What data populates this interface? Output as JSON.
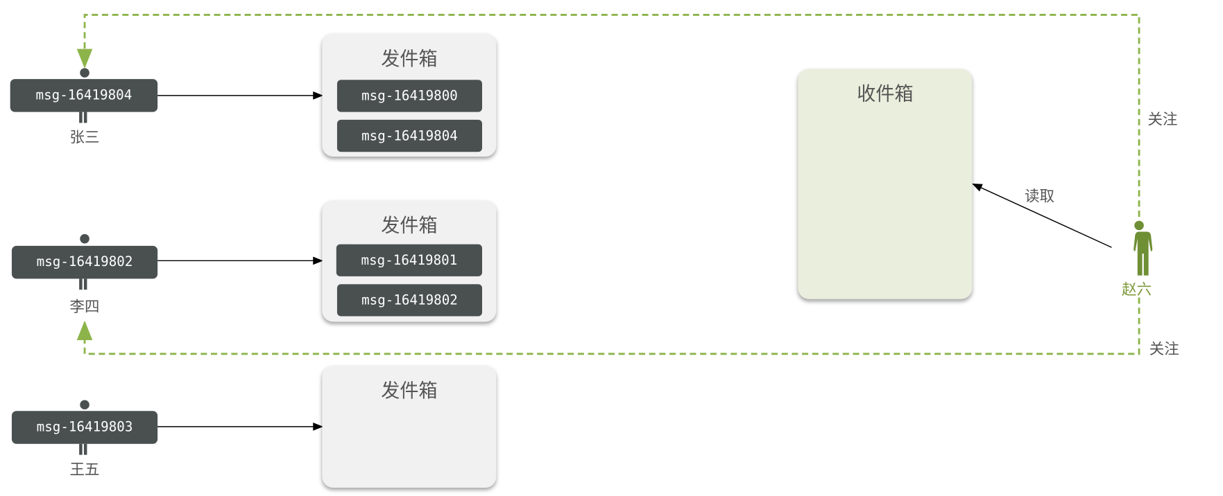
{
  "colors": {
    "dark": "#4a5050",
    "follow": "#8db44a",
    "person": "#6f8f35",
    "outbox_bg": "#f1f1f1",
    "inbox_bg": "#eaeedd"
  },
  "users": [
    {
      "name": "张三",
      "latest_msg": "msg-16419804"
    },
    {
      "name": "李四",
      "latest_msg": "msg-16419802"
    },
    {
      "name": "王五",
      "latest_msg": "msg-16419803"
    }
  ],
  "outboxes": [
    {
      "title": "发件箱",
      "messages": [
        "msg-16419800",
        "msg-16419804"
      ]
    },
    {
      "title": "发件箱",
      "messages": [
        "msg-16419801",
        "msg-16419802"
      ]
    },
    {
      "title": "发件箱",
      "messages": []
    }
  ],
  "inbox": {
    "title": "收件箱"
  },
  "reader": {
    "name": "赵六",
    "icon": "person-icon"
  },
  "edges": {
    "read_label": "读取",
    "follow_label_top": "关注",
    "follow_label_bottom": "关注"
  }
}
